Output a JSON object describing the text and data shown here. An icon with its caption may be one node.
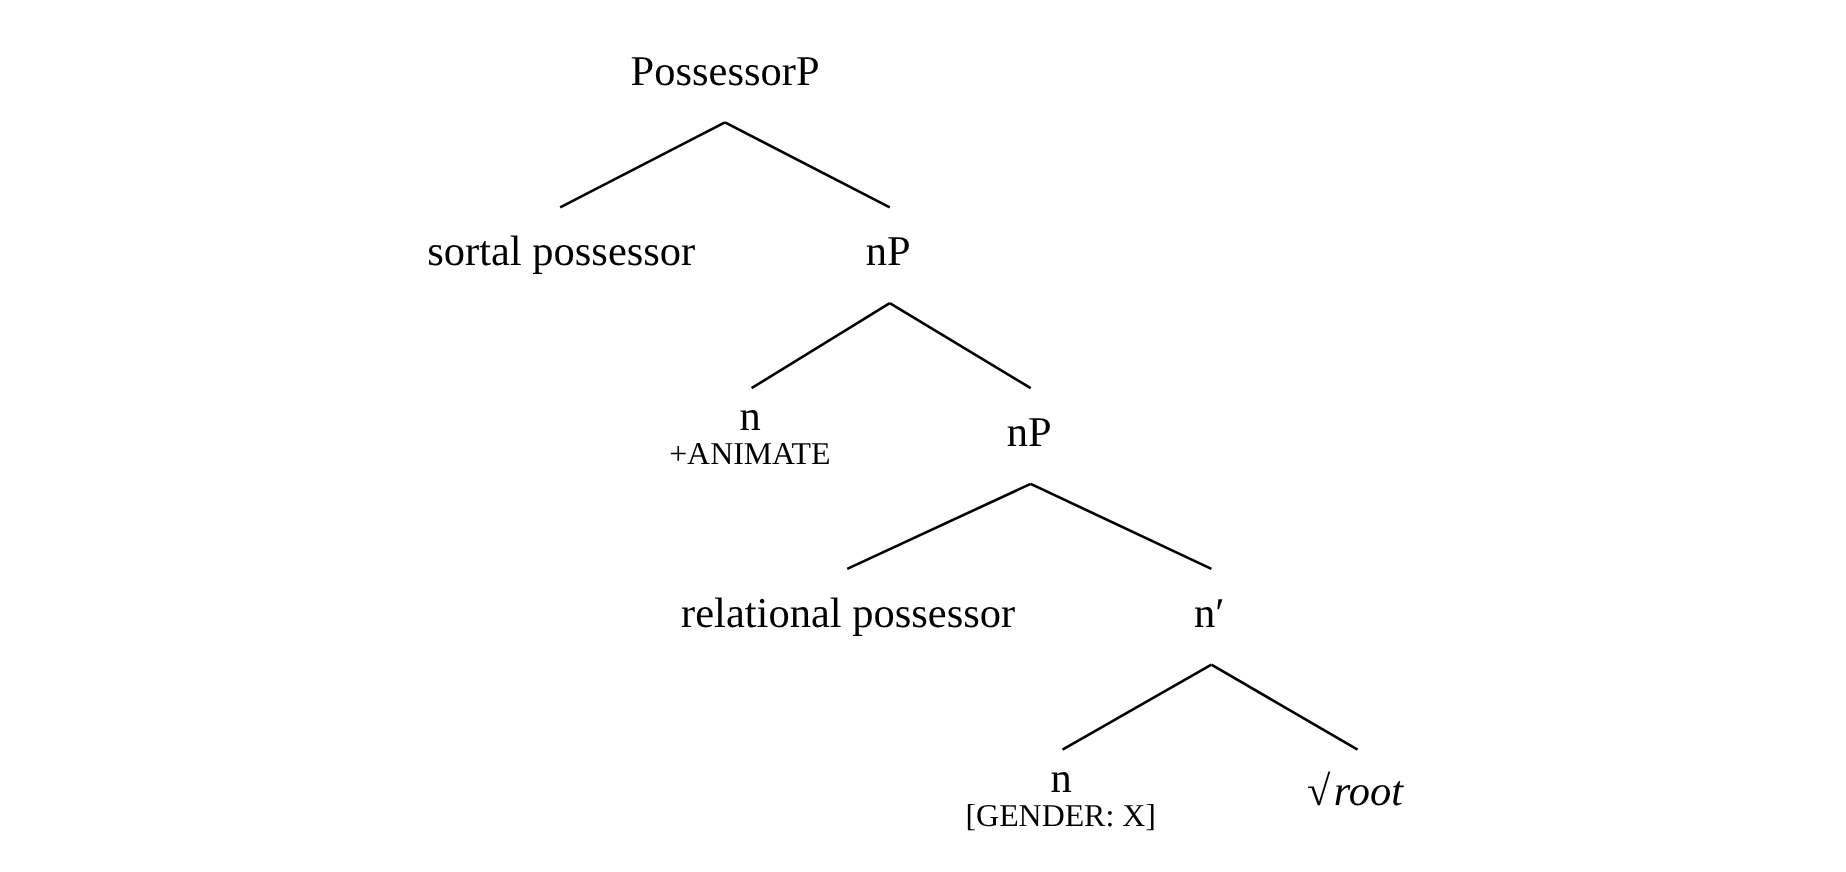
{
  "diagram": {
    "nodes": [
      {
        "text": [
          "PossessorP"
        ]
      },
      {
        "text": [
          "sortal possessor"
        ]
      },
      {
        "text": [
          "nP"
        ]
      },
      {
        "text": [
          "n",
          "+ANIMATE"
        ]
      },
      {
        "text": [
          "nP"
        ]
      },
      {
        "text": [
          "relational possessor"
        ]
      },
      {
        "text": [
          "n′"
        ]
      },
      {
        "text": [
          "n",
          "[GENDER: X]"
        ]
      },
      {
        "text": [
          "√*root*"
        ]
      }
    ],
    "edges": [
      {
        "from": 0,
        "to": 1,
        "arrow": "none"
      },
      {
        "from": 0,
        "to": 2,
        "arrow": "none"
      },
      {
        "from": 2,
        "to": 3,
        "arrow": "none"
      },
      {
        "from": 2,
        "to": 4,
        "arrow": "none"
      },
      {
        "from": 4,
        "to": 5,
        "arrow": "none"
      },
      {
        "from": 4,
        "to": 6,
        "arrow": "none"
      },
      {
        "from": 6,
        "to": 7,
        "arrow": "none"
      },
      {
        "from": 6,
        "to": 8,
        "arrow": "none"
      }
    ]
  }
}
